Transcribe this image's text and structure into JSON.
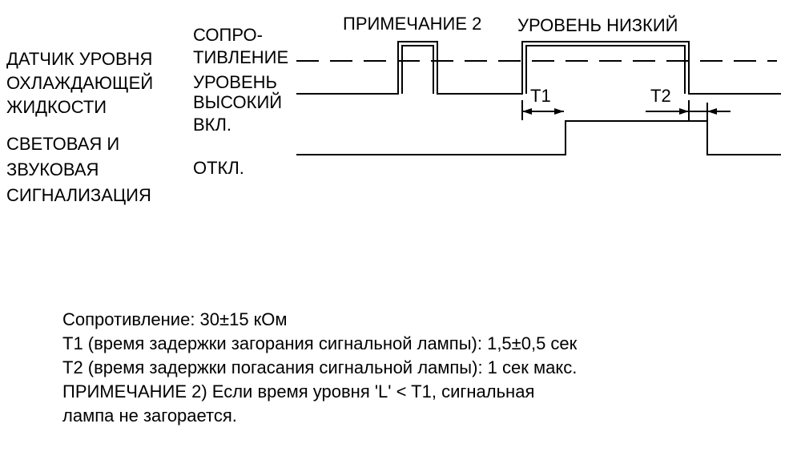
{
  "signal_labels": {
    "sensor_line1": "ДАТЧИК УРОВНЯ",
    "sensor_line2": "ОХЛАЖДАЮЩЕЙ",
    "sensor_line3": "ЖИДКОСТИ",
    "alarm_line1": "СВЕТОВАЯ И",
    "alarm_line2": "ЗВУКОВАЯ",
    "alarm_line3": "СИГНАЛИЗАЦИЯ"
  },
  "state_labels": {
    "resistance_line1": "СОПРО-",
    "resistance_line2": "ТИВЛЕНИЕ",
    "level_high_line1": "УРОВЕНЬ",
    "level_high_line2": "ВЫСОКИЙ",
    "on": "ВКЛ.",
    "off": "ОТКЛ."
  },
  "annotations": {
    "note2": "ПРИМЕЧАНИЕ 2",
    "level_low": "УРОВЕНЬ НИЗКИЙ",
    "t1": "T1",
    "t2": "T2"
  },
  "notes": [
    "Сопротивление: 30±15 кОм",
    "T1 (время задержки загорания сигнальной лампы): 1,5±0,5 сек",
    "T2 (время задержки погасания сигнальной лампы): 1 сек макс.",
    "ПРИМЕЧАНИЕ 2) Если время уровня 'L' < T1, сигнальная",
    "лампа не загорается."
  ],
  "colors": {
    "ink": "#000000",
    "background": "#ffffff"
  }
}
